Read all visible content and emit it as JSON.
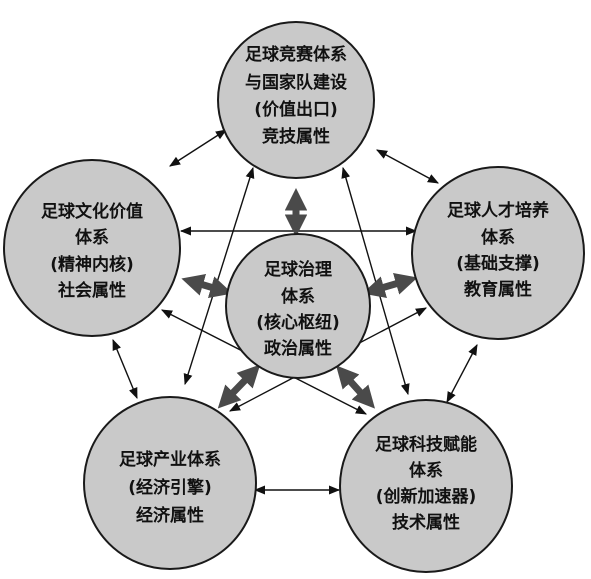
{
  "nodes": {
    "top": {
      "lines": [
        "足球竞赛体系",
        "与国家队建设",
        "(价值出口)",
        "竞技属性"
      ]
    },
    "left": {
      "lines": [
        "足球文化价值",
        "体系",
        "(精神内核)",
        "社会属性"
      ]
    },
    "right": {
      "lines": [
        "足球人才培养",
        "体系",
        "(基础支撑)",
        "教育属性"
      ]
    },
    "center": {
      "lines": [
        "足球治理",
        "体系",
        "(核心枢纽)",
        "政治属性"
      ]
    },
    "bottom_left": {
      "lines": [
        "足球产业体系",
        "(经济引擎)",
        "经济属性"
      ]
    },
    "bottom_right": {
      "lines": [
        "足球科技赋能",
        "体系",
        "(创新加速器)",
        "技术属性"
      ]
    }
  }
}
